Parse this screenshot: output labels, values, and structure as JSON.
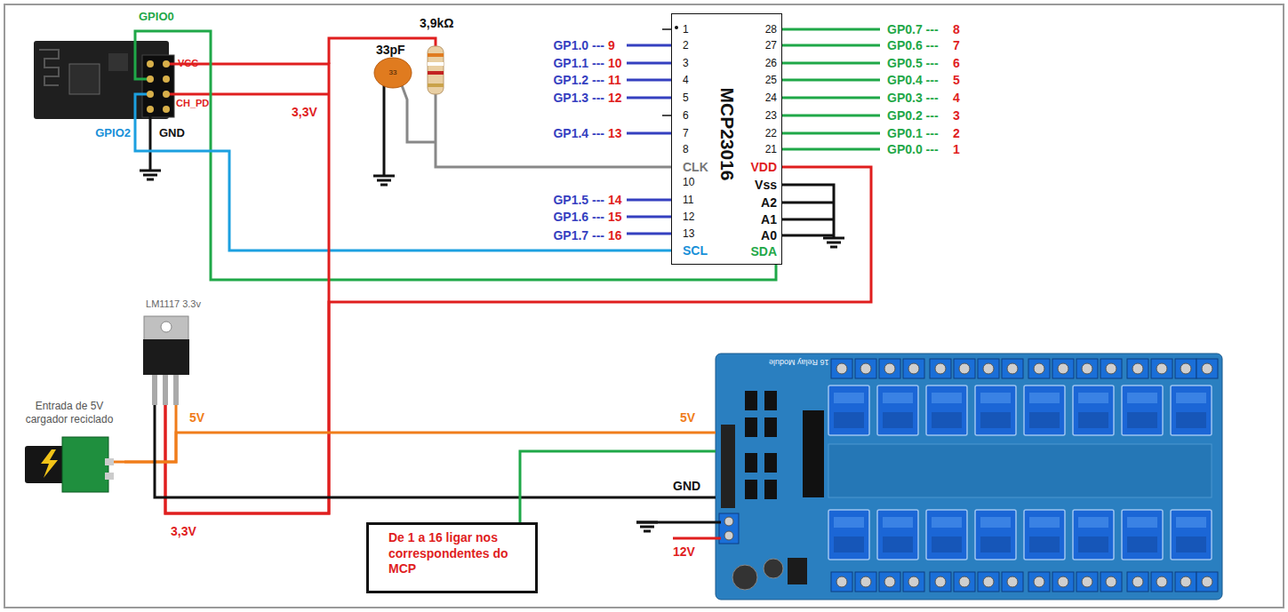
{
  "diagram": {
    "nodes": [
      {
        "text": [
          "VCC",
          "CH_PD"
        ]
      },
      {
        "text": [
          "MCP23016"
        ]
      },
      {
        "text": [
          "LM1117 3.3v"
        ]
      },
      {
        "text": [
          "16 Relay Module"
        ]
      },
      {
        "text": [
          "Entrada de 5V cargador reciclado"
        ]
      },
      {
        "text": [
          "De 1 a 16 ligar nos correspondentes do MCP"
        ]
      }
    ],
    "edges": [
      {
        "from": 0,
        "to": 1,
        "arrow": "none"
      },
      {
        "from": 0,
        "to": 1,
        "arrow": "none"
      },
      {
        "from": 2,
        "to": 1,
        "arrow": "none"
      },
      {
        "from": 2,
        "to": 0,
        "arrow": "none"
      },
      {
        "from": 4,
        "to": 3,
        "arrow": "none"
      },
      {
        "from": 4,
        "to": 2,
        "arrow": "none"
      },
      {
        "from": 2,
        "to": 3,
        "arrow": "none"
      },
      {
        "from": 5,
        "to": 3,
        "arrow": "none"
      }
    ],
    "labels": [
      "GPIO0",
      "GPIO2",
      "GND",
      "3,3V",
      "3,9kΩ",
      "33pF",
      "GP1.0 ---",
      "9",
      "GP1.1 ---",
      "10",
      "GP1.2 ---",
      "11",
      "GP1.3 ---",
      "12",
      "GP1.4 ---",
      "13",
      "GP1.5 ---",
      "14",
      "GP1.6 ---",
      "15",
      "GP1.7 ---",
      "16",
      "GP0.7 ---",
      "8",
      "GP0.6 ---",
      "7",
      "GP0.5 ---",
      "6",
      "GP0.4 ---",
      "5",
      "GP0.3 ---",
      "4",
      "GP0.2 ---",
      "3",
      "GP0.1 ---",
      "2",
      "GP0.0 ---",
      "1",
      "1",
      "2",
      "3",
      "4",
      "5",
      "6",
      "7",
      "8",
      "CLK",
      "10",
      "11",
      "12",
      "13",
      "SCL",
      "28",
      "27",
      "26",
      "25",
      "24",
      "23",
      "22",
      "21",
      "VDD",
      "Vss",
      "A2",
      "A1",
      "A0",
      "SDA",
      "5V",
      "5V",
      "GND",
      "3,3V",
      "12V",
      "33"
    ]
  }
}
